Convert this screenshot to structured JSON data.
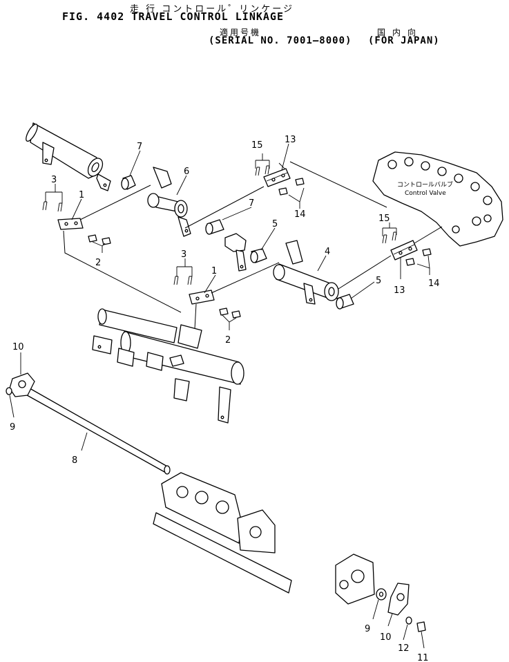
{
  "header": {
    "title_jp": "走 行  コントロール゜リンケージ",
    "title": "FIG. 4402  TRAVEL  CONTROL  LINKAGE",
    "serial_jp": "適用号機",
    "serial": "(SERIAL  NO. 7001–8000)",
    "market_jp": "国内向",
    "market": "(FOR  JAPAN)"
  },
  "diagram": {
    "control_valve_jp": "コントロールバルブ",
    "control_valve": "Control Valve",
    "callouts": {
      "c1a": "1",
      "c1b": "1",
      "c2a": "2",
      "c2b": "2",
      "c3a": "3",
      "c3b": "3",
      "c4": "4",
      "c5a": "5",
      "c5b": "5",
      "c6": "6",
      "c7a": "7",
      "c7b": "7",
      "c8": "8",
      "c9a": "9",
      "c9b": "9",
      "c10a": "10",
      "c10b": "10",
      "c11": "11",
      "c12": "12",
      "c13a": "13",
      "c13b": "13",
      "c14a": "14",
      "c14b": "14",
      "c15a": "15",
      "c15b": "15"
    }
  }
}
